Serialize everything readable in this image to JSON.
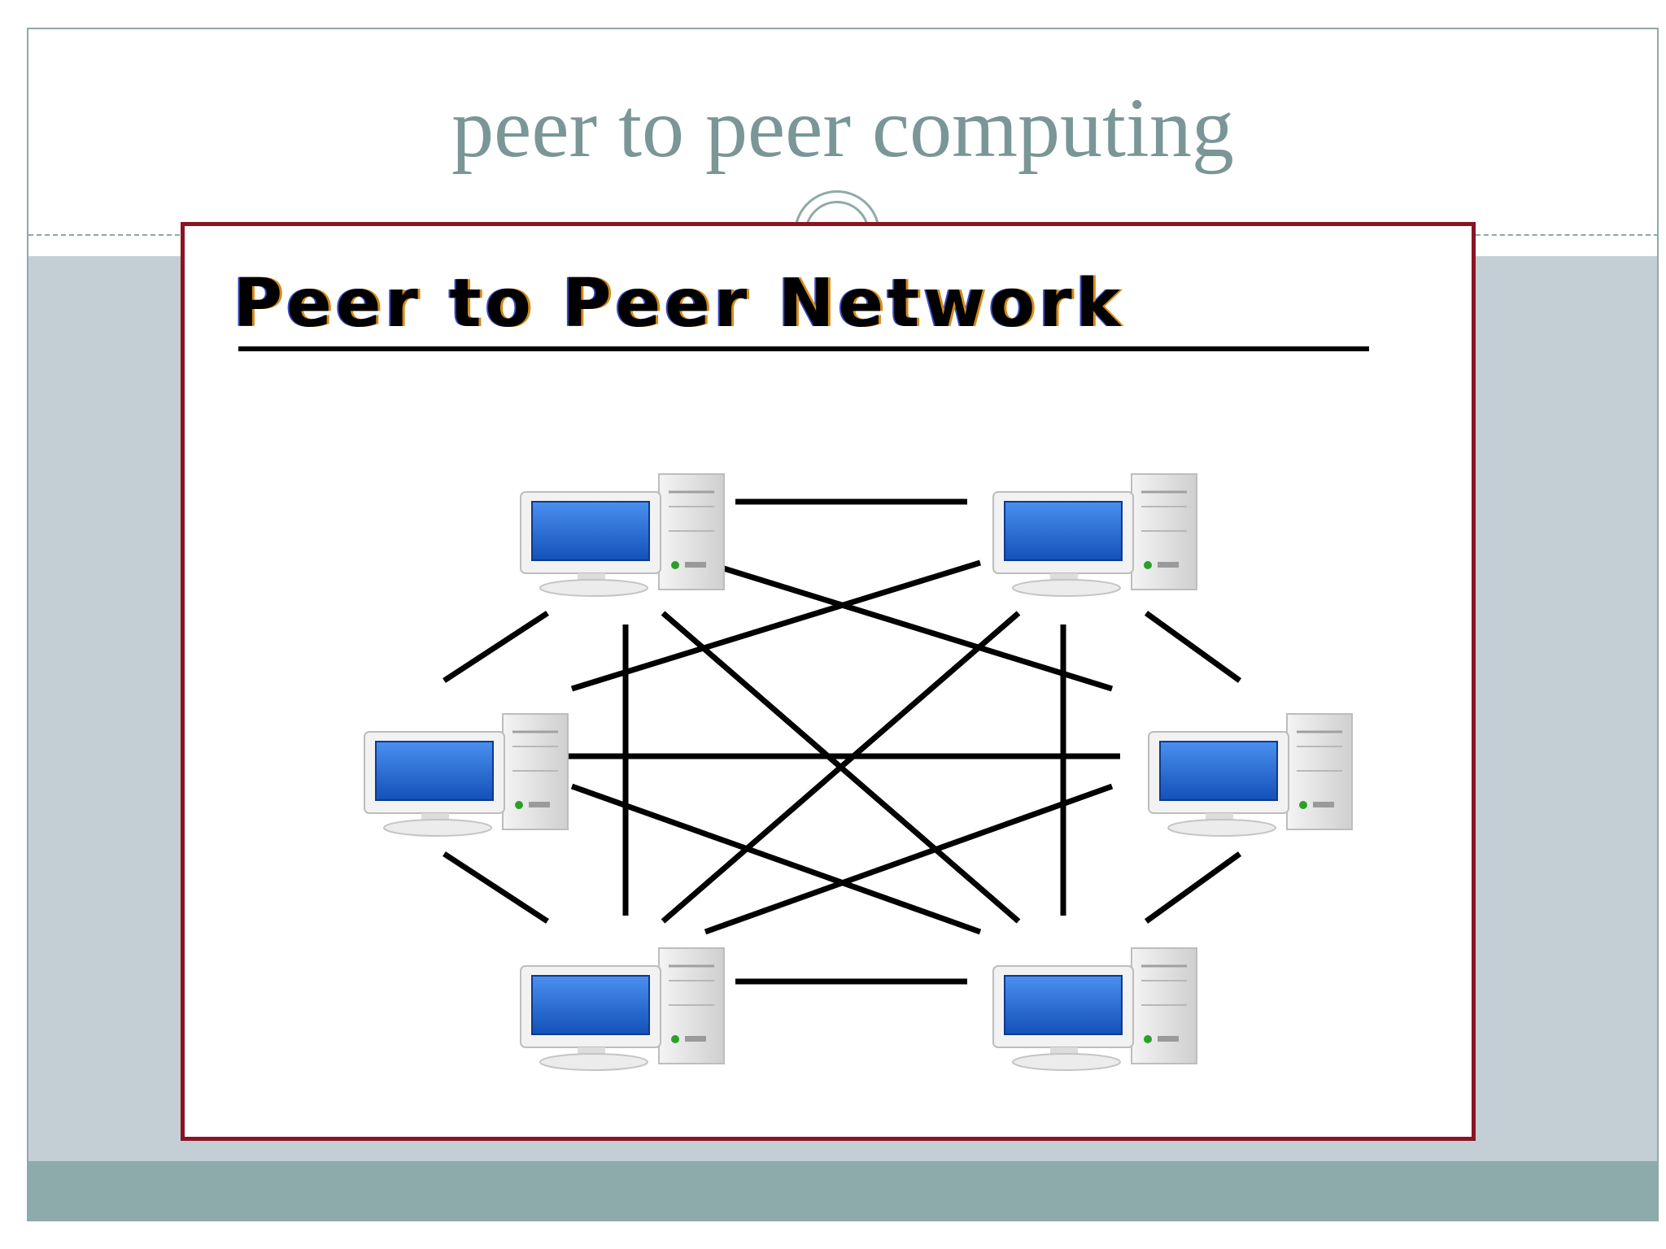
{
  "slide": {
    "title": "peer to peer computing"
  },
  "diagram": {
    "heading": "Peer to Peer Network",
    "nodes": [
      {
        "id": "computer-top-left",
        "icon": "desktop-computer-icon"
      },
      {
        "id": "computer-top-right",
        "icon": "desktop-computer-icon"
      },
      {
        "id": "computer-middle-left",
        "icon": "desktop-computer-icon"
      },
      {
        "id": "computer-middle-right",
        "icon": "desktop-computer-icon"
      },
      {
        "id": "computer-bottom-left",
        "icon": "desktop-computer-icon"
      },
      {
        "id": "computer-bottom-right",
        "icon": "desktop-computer-icon"
      }
    ],
    "colors": {
      "frame": "#8fa9a8",
      "band": "#c3cfd5",
      "footer": "#8eabab",
      "title": "#7a9696",
      "diagram_border": "#8a1424",
      "screen": "#1a5fc8"
    }
  }
}
